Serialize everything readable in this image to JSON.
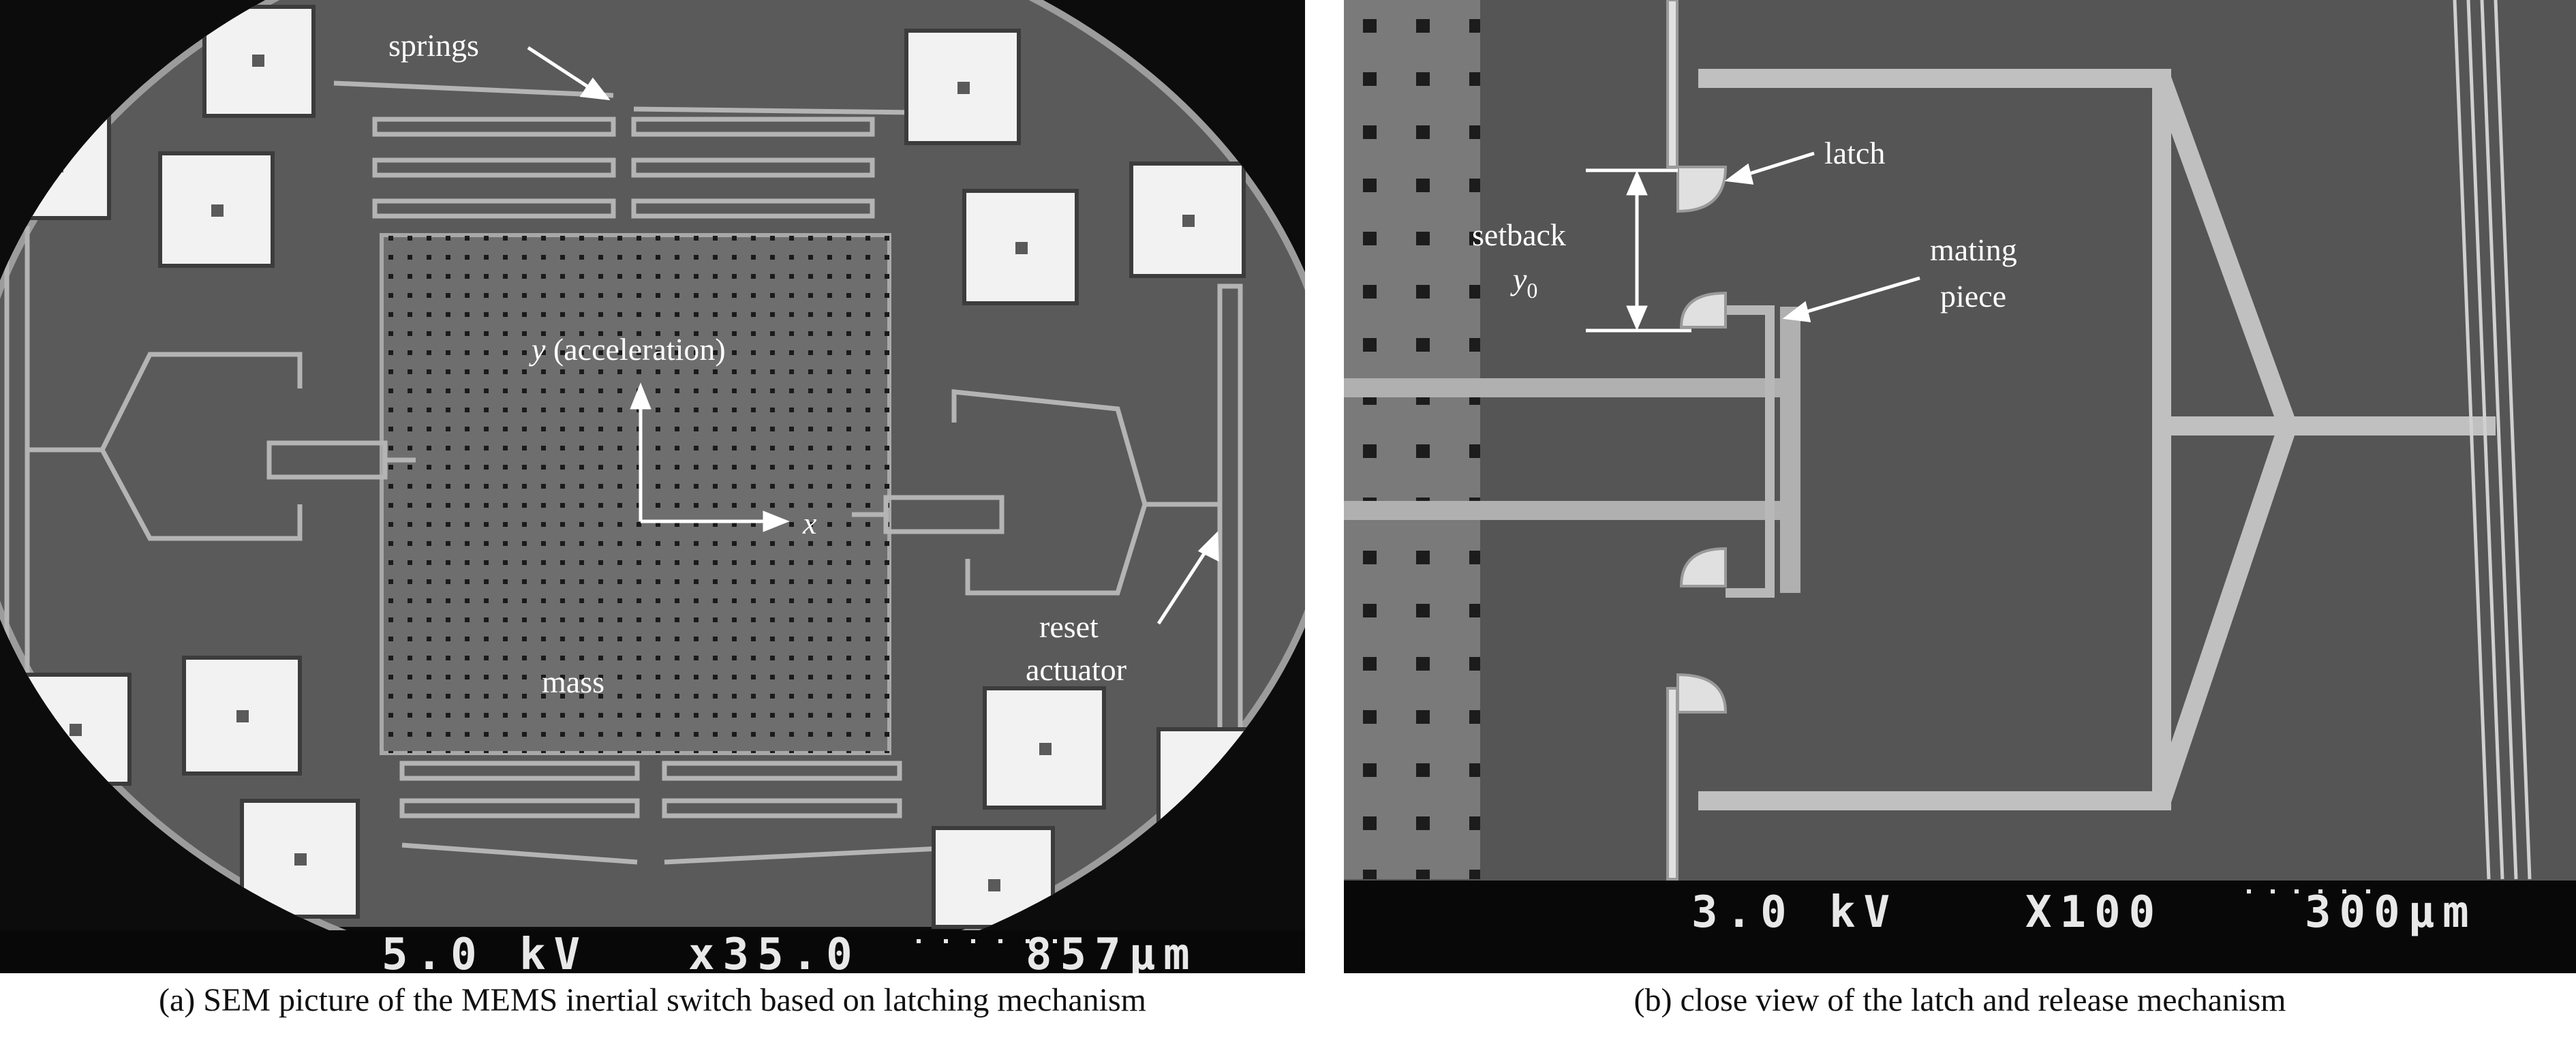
{
  "panel_a": {
    "labels": {
      "springs": "springs",
      "y_axis": "y",
      "y_suffix": " (acceleration)",
      "x_axis": "x",
      "mass": "mass",
      "reset_line1": "reset",
      "reset_line2": "actuator"
    },
    "sem_bar": {
      "voltage": "5.0 kV",
      "magnification": "x35.0",
      "scale": "857µm"
    },
    "caption": "(a) SEM picture of the MEMS inertial switch based on latching mechanism"
  },
  "panel_b": {
    "labels": {
      "latch": "latch",
      "setback": "setback",
      "y0_symbol": "y",
      "y0_sub": "0",
      "mating_line1": "mating",
      "mating_line2": "piece"
    },
    "sem_bar": {
      "voltage": "3.0 kV",
      "magnification": "X100",
      "scale": "300µm"
    },
    "caption": "(b) close view of the latch and release mechanism"
  },
  "colors": {
    "substrate": "#565656",
    "pad_fill": "#f2f2f2",
    "structure": "#9a9a9a",
    "label": "#ffffff"
  }
}
